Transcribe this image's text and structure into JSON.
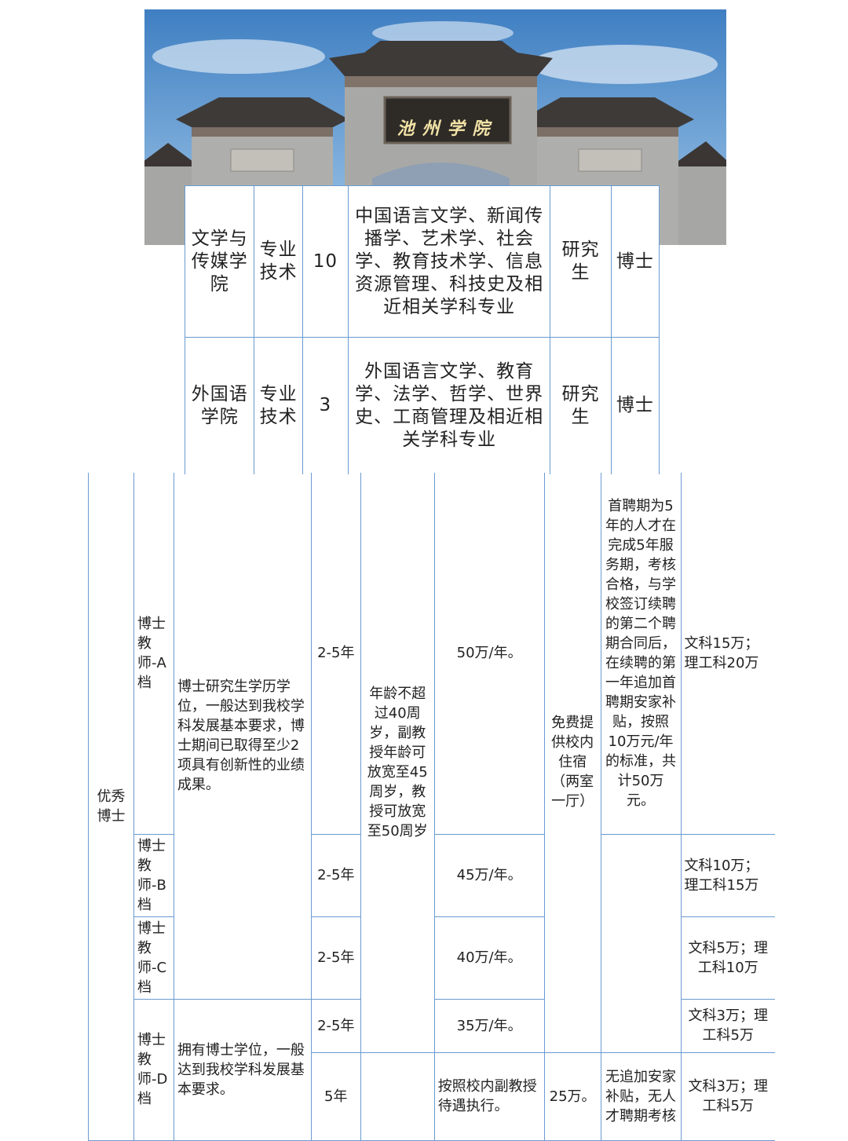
{
  "photo": {
    "sign_text": "池州学院",
    "colors": {
      "sky": "#4a88c8",
      "stone": "#a4a6a3",
      "roof": "#3e3a38",
      "sign_bg": "#2e2b27"
    }
  },
  "recruit_table": {
    "rows": [
      {
        "college": "文学与传媒学院",
        "type": "专业技术",
        "count": "10",
        "major": "中国语言文学、新闻传播学、艺术学、社会学、教育技术学、信息资源管理、科技史及相近相关学科专业",
        "education": "研究生",
        "degree": "博士"
      },
      {
        "college": "外国语学院",
        "type": "专业技术",
        "count": "3",
        "major": "外国语言文学、教育学、法学、哲学、世界史、工商管理及相近相关学科专业",
        "education": "研究生",
        "degree": "博士"
      }
    ]
  },
  "talent_table": {
    "category": "优秀博士",
    "req_abc": "博士研究生学历学位，一般达到我校学科发展基本要求，博士期间已取得至少2项具有创新性的业绩成果。",
    "age": "年龄不超过40周岁，副教授年龄可放宽至45周岁，教授可放宽至50周岁",
    "housing": "免费提供校内住宿（两室一厅）",
    "settle_abc": "首聘期为5年的人才在完成5年服务期，考核合格，与学校签订续聘的第二个聘期合同后，在续聘的第一年追加首聘期安家补贴，按照10万元/年的标准，共计50万元。",
    "tiers": {
      "a": {
        "name": "博士教师-A档",
        "term": "2-5年",
        "salary": "50万/年。",
        "fund": "文科15万；理工科20万"
      },
      "b": {
        "name": "博士教师-B档",
        "term": "2-5年",
        "salary": "45万/年。",
        "fund": "文科10万；理工科15万"
      },
      "c": {
        "name": "博士教师-C档",
        "term": "2-5年",
        "salary": "40万/年。",
        "fund": "文科5万；理工科10万"
      },
      "d": {
        "name": "博士教师-D档",
        "term1": "2-5年",
        "salary1": "35万/年。",
        "fund1": "文科3万；理工科5万",
        "term2": "5年",
        "salary2": "按照校内副教授待遇执行。",
        "settle2": "25万。",
        "extra2": "无追加安家补贴，无人才聘期考核",
        "fund2": "文科3万；理工科5万"
      },
      "d_req": "拥有博士学位，一般达到我校学科发展基本要求。"
    }
  }
}
